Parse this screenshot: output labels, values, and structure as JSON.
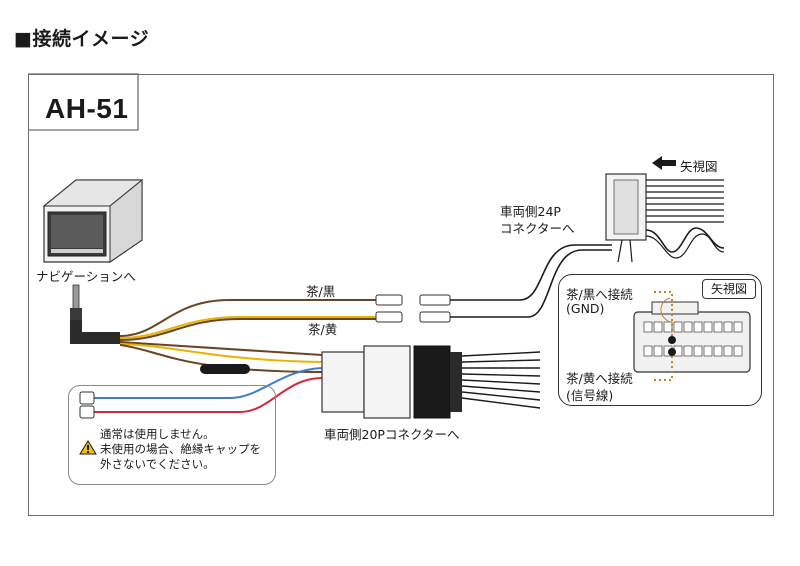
{
  "heading": "■接続イメージ",
  "model": "AH-51",
  "labels": {
    "navi": "ナビゲーションへ",
    "wire_black": "茶/黒",
    "wire_yellow": "茶/黄",
    "car24_line1": "車両側24P",
    "car24_line2": "コネクターへ",
    "arrow_view": "矢視図",
    "car20": "車両側20Pコネクターへ"
  },
  "view_panel": {
    "tag": "矢視図",
    "gnd_line1": "茶/黒へ接続",
    "gnd_line2": "(GND)",
    "signal_line1": "茶/黄へ接続",
    "signal_line2": "(信号線)"
  },
  "note": {
    "line1": "通常は使用しません。",
    "line2": "未使用の場合、絶縁キャップを",
    "line3": "外さないでください。"
  },
  "colors": {
    "brown": "#6b4423",
    "yellow": "#e8b400",
    "blue": "#3d7fc8",
    "red": "#d6283a",
    "orange_dots": "#c8812a"
  }
}
